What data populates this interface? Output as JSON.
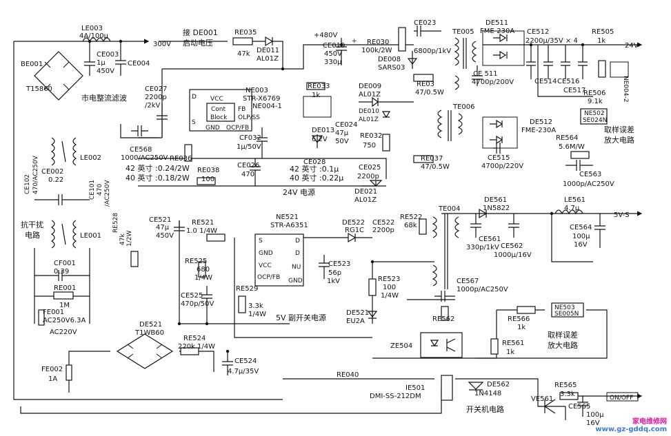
{
  "labels": {
    "be001": "BE001",
    "t15860": "T15860",
    "le003": "LE003",
    "le003_val": "4A/100μ",
    "v300": "300V",
    "ce003": "CE003",
    "ce003_v1": "1μ",
    "ce003_v2": "450V",
    "ce004": "CE004",
    "mains_rect": "市电整流滤波",
    "de001_conn": "接 DE001",
    "startup_v": "启动电压",
    "re035": "RE035",
    "re035_v": "47k",
    "de011": "DE011",
    "de011_v": "AL01Z",
    "plus480": "+480V",
    "ce019": "CE019",
    "ce019_v1": "450V",
    "ce019_v2": "330μ",
    "re030": "RE030",
    "re030_v": "100k/2W",
    "de008": "DE008",
    "de008_v": "SARS03",
    "ce023": "CE023",
    "ce023_v": "6800p/1kV",
    "te005": "TE005",
    "de511": "DE511",
    "de511_v": "FME-230A",
    "ce511": "CE 511",
    "ce511_v": "4700p/200V",
    "ce512": "CE512",
    "ce512_v": "2200μ/35V × 4",
    "ce514": "CE514",
    "ce516": "CE516",
    "ce517": "CE517",
    "re505": "RE505",
    "re505_v": "1k",
    "v24": "24V",
    "ne004_2": "NE004-2",
    "re506": "RE506",
    "re506_v": "9.1k",
    "ne502": "NE502",
    "se024n": "SE024N",
    "sample_amp_1": "取样误差",
    "sample_amp_2": "放大电路",
    "ce027": "CE027",
    "ce027_v1": "2200p",
    "ce027_v2": "/2kV",
    "ne003": "NE003",
    "ne003_v": "STR-X6769",
    "ne004_1": "NE004-1",
    "vcc": "VCC",
    "cont_block_1": "Cont",
    "cont_block_2": "Block",
    "fb": "FB",
    "olp_ss": "OLP/SS",
    "gnd": "GND",
    "ocp_fb": "OCP/FB",
    "pin_d": "D",
    "pin_s": "S",
    "re033": "RE033",
    "re033_v": "1k",
    "de009": "DE009",
    "de009_v": "AL01Z",
    "re03": "RE03",
    "re03_v": "47/0.5W",
    "de010": "DE010",
    "de010_v": "AL01Z",
    "de013": "DE013",
    "de013_v": "6.2V",
    "ce024": "CE024",
    "ce024_v1": "47μ",
    "ce024_v2": "50V",
    "re032": "RE032",
    "re032_v": "750",
    "te006": "TE006",
    "de512": "DE512",
    "de512_v": "FME-230A",
    "ce515": "CE515",
    "ce515_v": "4700p/220V",
    "re037": "RE037",
    "re037_v": "47/0.5W",
    "re564": "RE564",
    "re564_v": "5.6M/W",
    "ce563": "CE563",
    "ce563_v": "1000p/AC250V",
    "ce568": "CE568",
    "ce568_v": "1000/AC250V",
    "re036": "RE036",
    "inch42_re": "42 英寸 :0.24/2W",
    "inch40_re": "40 英寸 :0.18/2W",
    "re038": "RE038",
    "re038_v": "100",
    "cf032": "CF032",
    "cf032_v": "1μ/50V",
    "ce026": "CE026",
    "ce026_v": "470",
    "ce028": "CE028",
    "inch42_c": "42 英寸 :0.1μ",
    "inch40_c": "40 英寸 :0.22μ",
    "ce025": "CE025",
    "ce025_v": "2200p",
    "de021": "DE021",
    "de021_v": "AL01Z",
    "psu24": "24V 电源",
    "le002": "LE002",
    "ce002": "CE002",
    "ce002_v": "0.22",
    "ce102": "CE102",
    "ce102_v": "470/AC250V",
    "ce101": "CE101",
    "ce101_v1": "470",
    "ce101_v2": "/AC250V",
    "emi_1": "抗干扰",
    "emi_2": "电路",
    "le001": "LE001",
    "cf001": "CF001",
    "cf001_v": "0.39",
    "re001": "RE001",
    "re001_v": "1M",
    "fe001": "FE001",
    "fe001_v": "AC250V6.3A",
    "ac220": "AC220V",
    "re528": "RE528",
    "re528_v1": "47k",
    "re528_v2": "1/2W",
    "ce521": "CE521",
    "ce521_v1": "47μ",
    "ce521_v2": "450V",
    "re521": "RE521",
    "re521_v": "1.0 1/4W",
    "ne521": "NE521",
    "ne521_v": "STR-A6351",
    "nu": "NU",
    "re525": "RE525",
    "re525_v1": "680",
    "re525_v2": "1/4W",
    "ce525": "CE525",
    "ce525_v": "470p/50V",
    "re529": "RE529",
    "re529_v1": "3.3k",
    "re529_v2": "1/4W",
    "de522": "DE522",
    "de522_v": "RG1C",
    "ce522": "CE522",
    "ce522_v": "2200p",
    "re522": "RE522",
    "re522_v": "68k",
    "ce523": "CE523",
    "ce523_v1": "56p",
    "ce523_v2": "1kV",
    "re523": "RE523",
    "re523_v1": "100",
    "re523_v2": "1/4W",
    "de521b": "DE521",
    "de521b_v": "EU2A",
    "aux5v": "5V 副开关电源",
    "te004": "TE004",
    "de561": "DE561",
    "de561_v": "1N5822",
    "ce561": "CE561",
    "ce561_v": "330p/1kV",
    "ce562": "CE562",
    "ce562_v": "1000μ/16V",
    "le561": "LE561",
    "le561_v": "4.7μ",
    "v5s": "5V-S",
    "ce564": "CE564",
    "ce564_v1": "100μ",
    "ce564_v2": "16V",
    "ce567": "CE567",
    "ce567_v": "1000p/AC250V",
    "re562": "RE562",
    "re566": "RE566",
    "re566_v": "1k",
    "ne503": "NE503",
    "se005n": "SE005N",
    "ze504": "ZE504",
    "re561": "RE561",
    "re561_v": "1k",
    "de521": "DE521",
    "de521_v": "T1WB60",
    "re524": "RE524",
    "re524_v": "220k 1/4W",
    "ce524": "CE524",
    "ce524_v": "4.7μ/35V",
    "fe002": "FE002",
    "fe002_v": "1A",
    "re040": "RE040",
    "ie501": "IE501",
    "ie501_v": "DMI-SS-212DM",
    "de562": "DE562",
    "de562_v": "1N4148",
    "re565": "RE565",
    "re565_v": "3.3k",
    "ve561": "VE561",
    "ce565": "CE565",
    "ce565_v1": "100μ",
    "ce565_v2": "16V",
    "on_off": "ON/OFF",
    "power_sw": "开关机电路",
    "plus": "+"
  },
  "watermark": {
    "logo": "家电维修网",
    "url": "www.gz-gddq.com"
  }
}
